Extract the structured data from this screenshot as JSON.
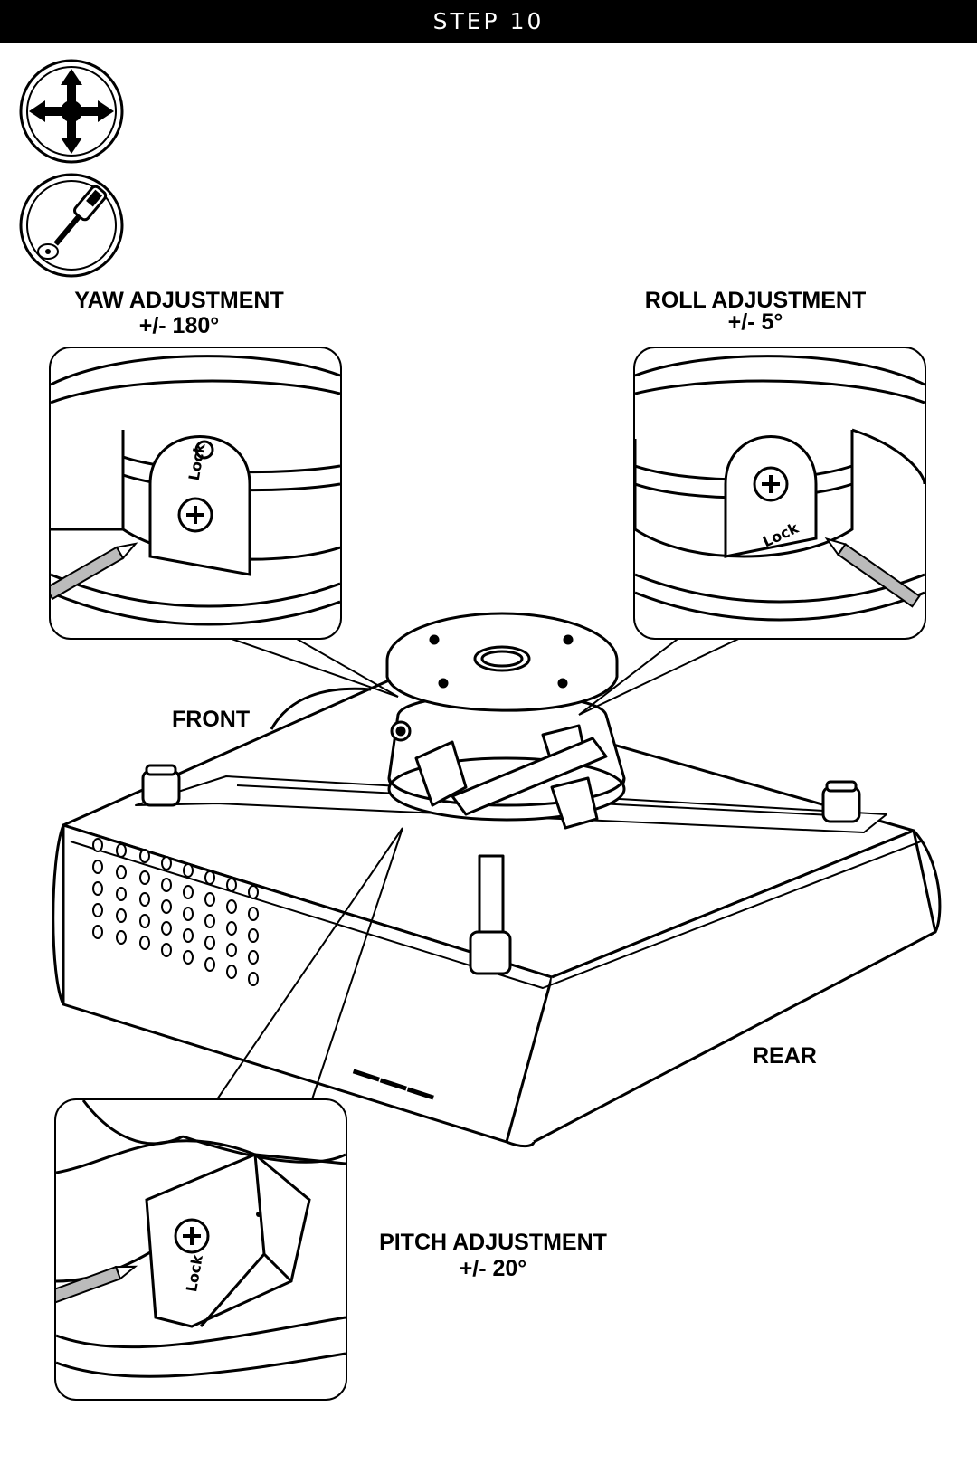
{
  "header": {
    "title": "STEP 10"
  },
  "icons": {
    "adjust": "move-arrows-icon",
    "tool": "screwdriver-icon"
  },
  "labels": {
    "yaw": {
      "title": "YAW ADJUSTMENT",
      "range": "+/- 180°"
    },
    "roll": {
      "title": "ROLL ADJUSTMENT",
      "range": "+/- 5°"
    },
    "pitch": {
      "title": "PITCH ADJUSTMENT",
      "range": "+/- 20°"
    },
    "front": "FRONT",
    "rear": "REAR"
  },
  "lock_text": "Lock"
}
